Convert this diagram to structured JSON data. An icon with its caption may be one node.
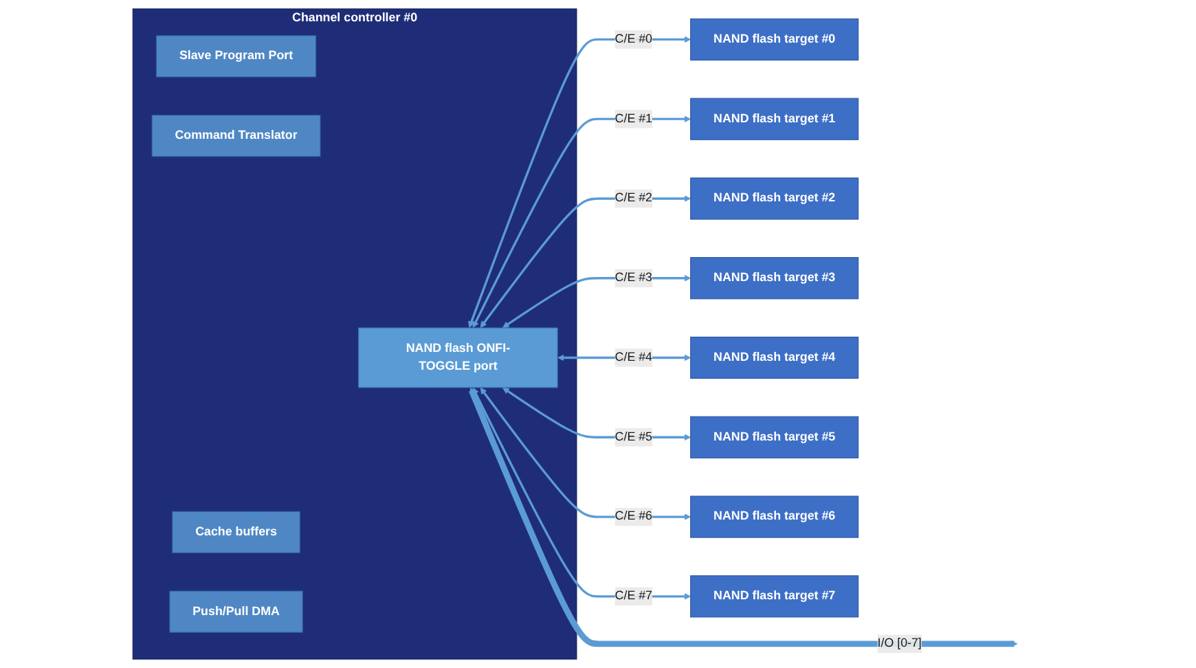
{
  "diagram": {
    "nodes": [
      {
        "text": [
          "Channel controller #0"
        ]
      },
      {
        "text": [
          "Slave Program Port"
        ],
        "in": 0
      },
      {
        "text": [
          "Command Translator"
        ],
        "in": 0
      },
      {
        "text": [
          "Cache buffers"
        ],
        "in": 0
      },
      {
        "text": [
          "Push/Pull DMA"
        ],
        "in": 0
      },
      {
        "text": [
          "NAND flash ONFI-TOGGLE port"
        ],
        "in": 0
      },
      {
        "text": [
          "NAND flash target #0"
        ]
      },
      {
        "text": [
          "NAND flash target #1"
        ]
      },
      {
        "text": [
          "NAND flash target #2"
        ]
      },
      {
        "text": [
          "NAND flash target #3"
        ]
      },
      {
        "text": [
          "NAND flash target #4"
        ]
      },
      {
        "text": [
          "NAND flash target #5"
        ]
      },
      {
        "text": [
          "NAND flash target #6"
        ]
      },
      {
        "text": [
          "NAND flash target #7"
        ]
      }
    ],
    "edges": [
      {
        "from": 5,
        "to": 6,
        "arrow": "both",
        "label": "C/E #0"
      },
      {
        "from": 5,
        "to": 7,
        "arrow": "both",
        "label": "C/E #1"
      },
      {
        "from": 5,
        "to": 8,
        "arrow": "both",
        "label": "C/E #2"
      },
      {
        "from": 5,
        "to": 9,
        "arrow": "both",
        "label": "C/E #3"
      },
      {
        "from": 5,
        "to": 10,
        "arrow": "both",
        "label": "C/E #4"
      },
      {
        "from": 5,
        "to": 11,
        "arrow": "both",
        "label": "C/E #5"
      },
      {
        "from": 5,
        "to": 12,
        "arrow": "both",
        "label": "C/E #6"
      },
      {
        "from": 5,
        "to": 13,
        "arrow": "both",
        "label": "C/E #7"
      },
      {
        "from": 5,
        "to": null,
        "arrow": "both",
        "label": "I/O [0-7]",
        "style": "thick"
      }
    ]
  }
}
